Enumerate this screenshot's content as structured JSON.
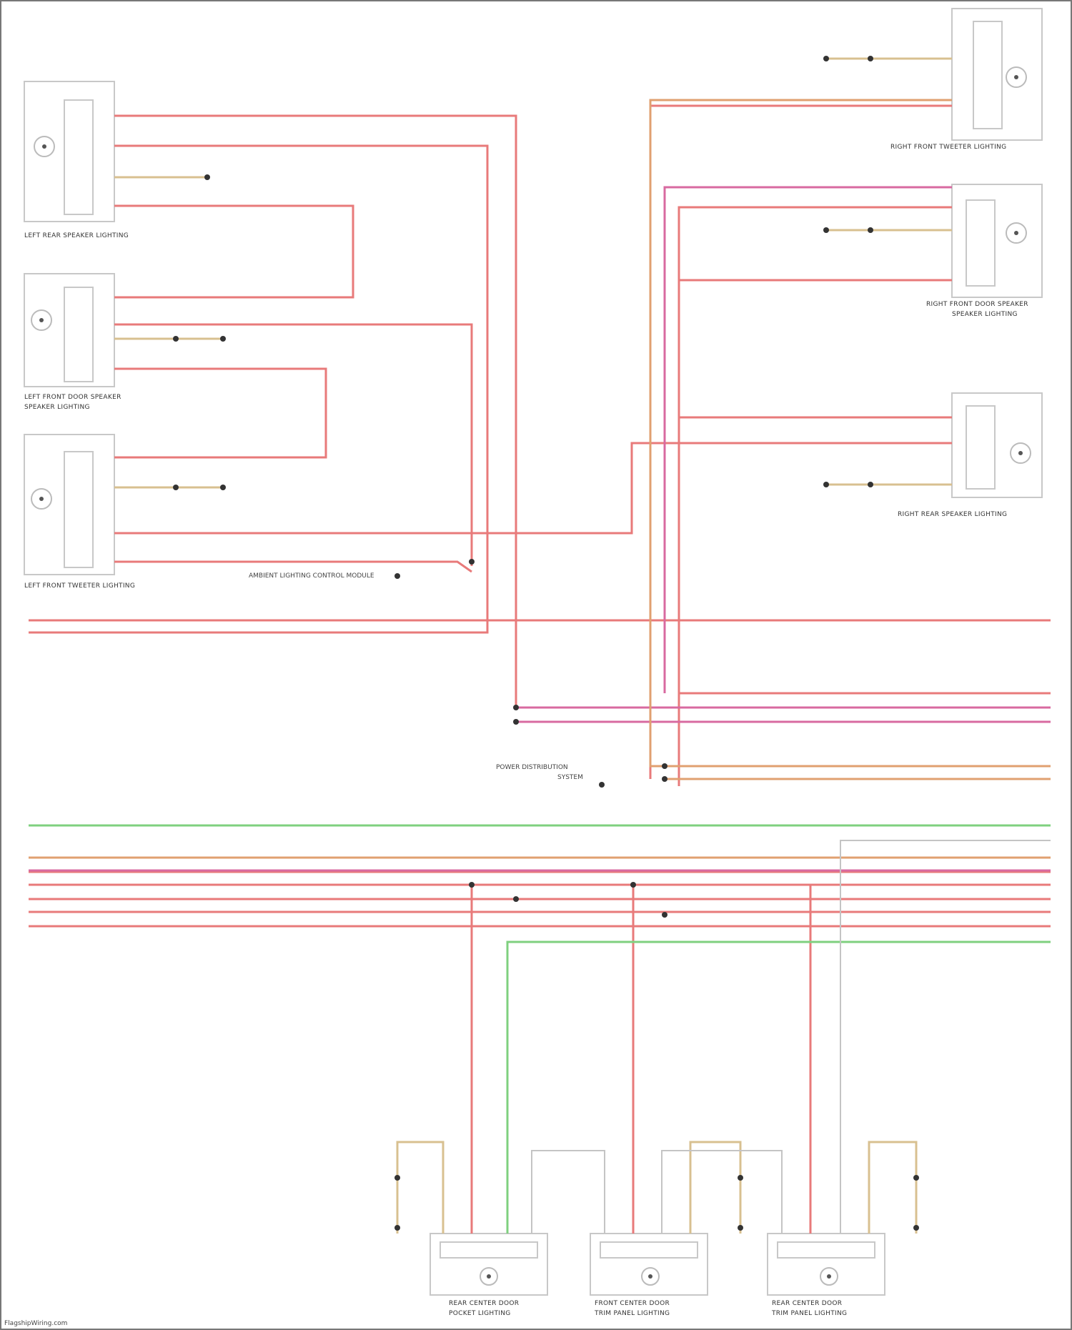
{
  "footer": {
    "source": "FlagshipWiring.com"
  },
  "components": {
    "left_rear_seat": {
      "caption": "LEFT REAR SPEAKER LIGHTING"
    },
    "left_front_door": {
      "caption": "LEFT FRONT DOOR SPEAKER LIGHTING",
      "caption_lines": [
        "LEFT FRONT DOOR SPEAKER",
        "SPEAKER LIGHTING"
      ]
    },
    "left_front_tweeter": {
      "caption": "LEFT FRONT TWEETER LIGHTING"
    },
    "right_front_tweeter": {
      "caption": "RIGHT FRONT TWEETER LIGHTING"
    },
    "right_front_door": {
      "caption_lines": [
        "RIGHT FRONT DOOR SPEAKER",
        "SPEAKER LIGHTING"
      ]
    },
    "right_rear": {
      "caption": "RIGHT REAR SPEAKER LIGHTING"
    },
    "bottom_left": {
      "caption_lines": [
        "REAR CENTER DOOR",
        "POCKET LIGHTING"
      ]
    },
    "bottom_mid": {
      "caption_lines": [
        "FRONT CENTER DOOR",
        "TRIM PANEL LIGHTING"
      ]
    },
    "bottom_right": {
      "caption_lines": [
        "REAR CENTER DOOR",
        "TRIM PANEL LIGHTING"
      ]
    }
  },
  "junctions": {
    "power_distribution": {
      "lines": [
        "POWER DISTRIBUTION",
        "SYSTEM"
      ]
    },
    "ambient_module": {
      "lines": [
        "AMBIENT LIGHTING CONTROL MODULE"
      ]
    }
  },
  "colors": {
    "wire_red": "#e87a7a",
    "wire_pink": "#d86aa0",
    "wire_orange": "#e0a070",
    "wire_green": "#7fd07f",
    "wire_tan": "#d8c090",
    "box_border": "#c8c8c8"
  }
}
